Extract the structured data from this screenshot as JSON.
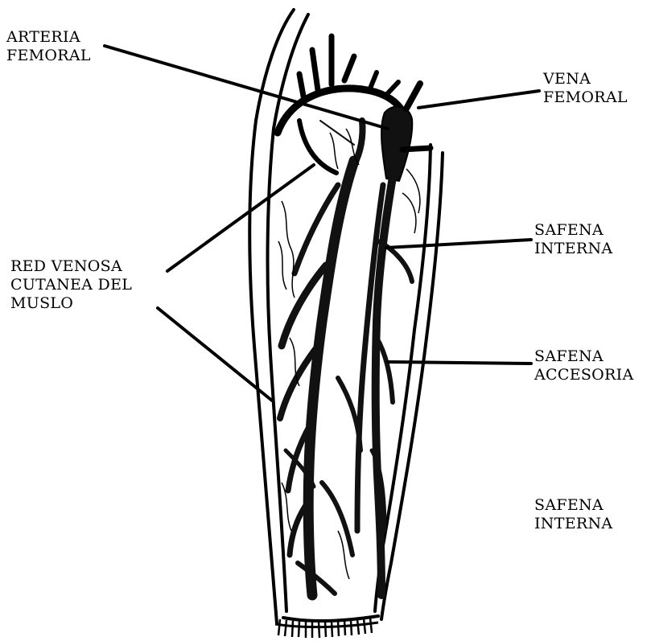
{
  "labels": {
    "arteria_femoral": {
      "line1": "ARTERIA",
      "line2": "FEMORAL"
    },
    "vena_femoral": {
      "line1": "VENA",
      "line2": "FEMORAL"
    },
    "safena_interna_upper": {
      "line1": "SAFENA",
      "line2": "INTERNA"
    },
    "red_venosa": {
      "line1": "RED VENOSA",
      "line2": "CUTANEA DEL",
      "line3": "MUSLO"
    },
    "safena_accesoria": {
      "line1": "SAFENA",
      "line2": "ACCESORIA"
    },
    "safena_interna_lower": {
      "line1": "SAFENA",
      "line2": "INTERNA"
    }
  },
  "colors": {
    "ink": "#000000",
    "vein_fill": "#111111",
    "background": "#ffffff"
  }
}
